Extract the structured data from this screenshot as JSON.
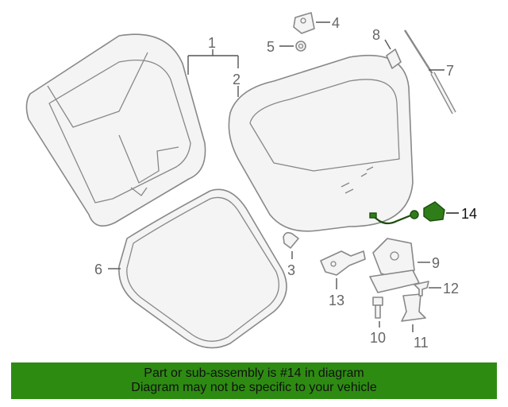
{
  "callouts": {
    "c1": "1",
    "c2": "2",
    "c3": "3",
    "c4": "4",
    "c5": "5",
    "c6": "6",
    "c7": "7",
    "c8": "8",
    "c9": "9",
    "c10": "10",
    "c11": "11",
    "c12": "12",
    "c13": "13",
    "c14": "14"
  },
  "highlight": {
    "part": "14",
    "color": "#2e8b12"
  },
  "banner": {
    "line1": "Part or sub-assembly is #14 in diagram",
    "line2": "Diagram may not be specific to your vehicle"
  }
}
